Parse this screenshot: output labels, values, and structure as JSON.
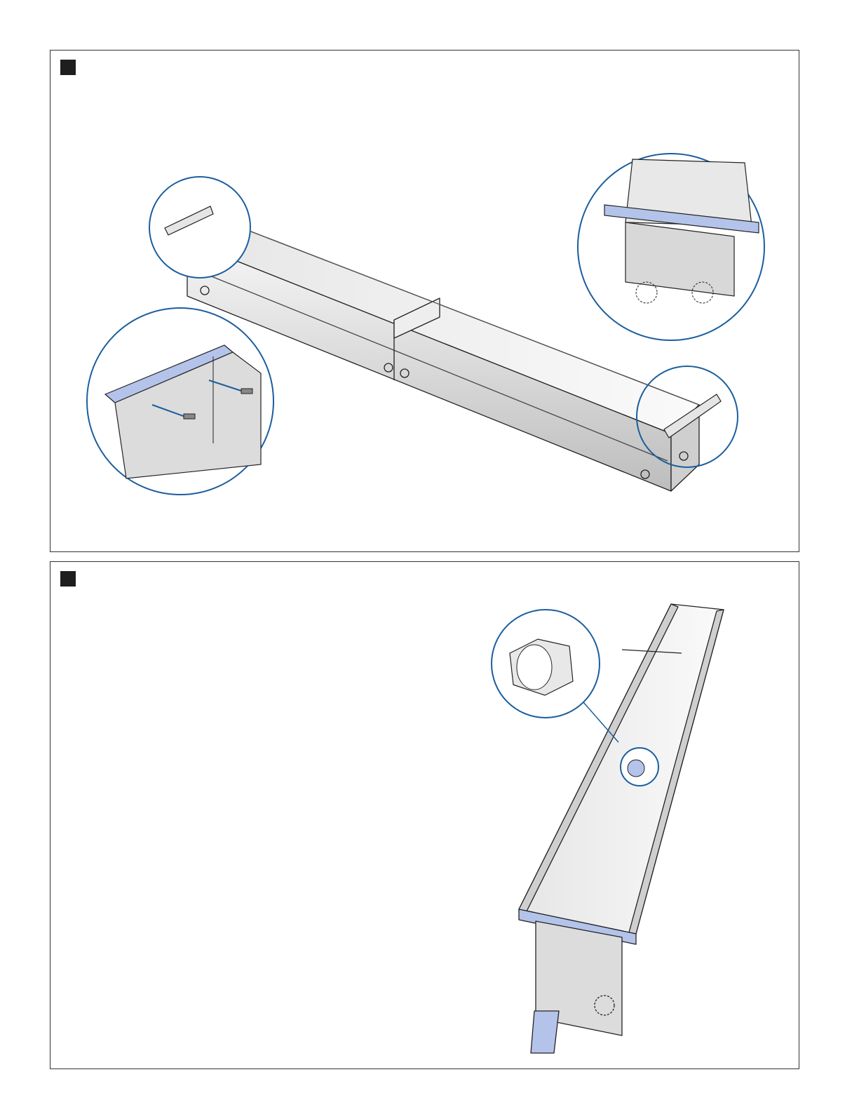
{
  "page": {
    "steps": [
      {
        "marker_color": "#1e1e1e",
        "illustration": "raceway-sections-joined-with-end-caps-and-screws"
      },
      {
        "marker_color": "#1e1e1e",
        "illustration": "raceway-with-conduit-fitting-installed"
      }
    ]
  },
  "colors": {
    "callout_circle": "#1b5e9e",
    "highlight_blue": "#b4c3ea",
    "metal_light": "#ececec",
    "metal_mid": "#d2d2d2",
    "metal_dark": "#a9a9a9",
    "outline": "#222222"
  },
  "icons": {
    "step_marker": "square-marker",
    "callout": "magnify-circle",
    "screw": "screw-icon",
    "arrow": "arrow-icon"
  }
}
